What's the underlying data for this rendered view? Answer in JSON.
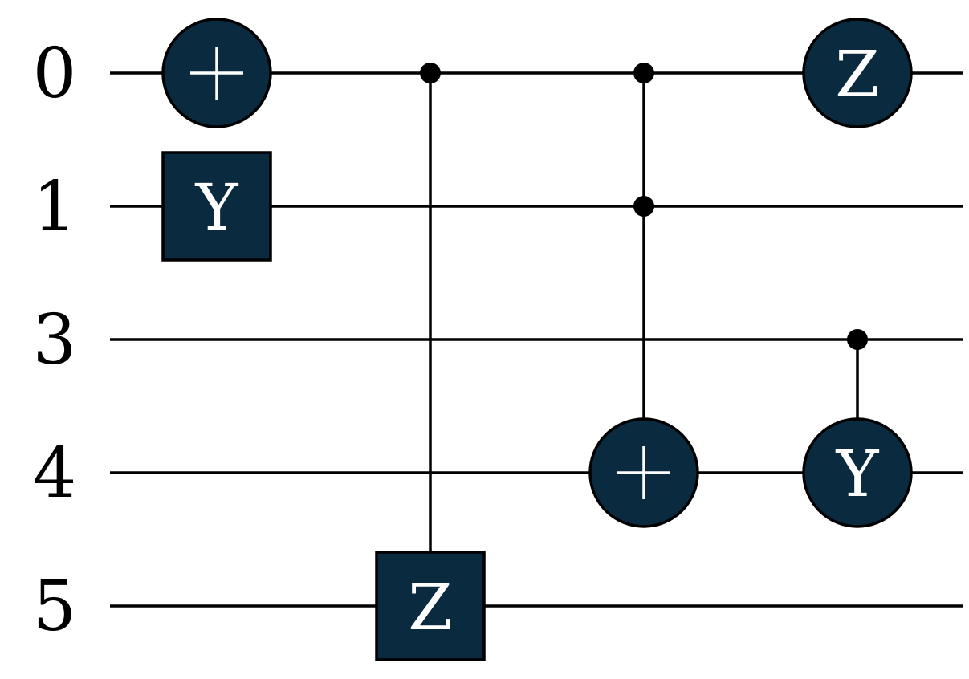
{
  "colors": {
    "gate_fill": "#0a2a3f",
    "gate_text": "#ffffff",
    "wire": "#000000",
    "background": "#ffffff"
  },
  "wires": [
    {
      "id": "q0",
      "label": "0"
    },
    {
      "id": "q1",
      "label": "1"
    },
    {
      "id": "q3",
      "label": "3"
    },
    {
      "id": "q4",
      "label": "4"
    },
    {
      "id": "q5",
      "label": "5"
    }
  ],
  "gates": [
    {
      "column": 0,
      "kind": "target",
      "wire": "q0",
      "controls": [],
      "name": "cnot-target-q0"
    },
    {
      "column": 0,
      "kind": "box",
      "wire": "q1",
      "label": "Y",
      "controls": [],
      "name": "y-gate-q1"
    },
    {
      "column": 1,
      "kind": "box",
      "wire": "q5",
      "label": "Z",
      "controls": [
        "q0"
      ],
      "name": "controlled-z-q5"
    },
    {
      "column": 2,
      "kind": "target",
      "wire": "q4",
      "controls": [
        "q0",
        "q1"
      ],
      "name": "toffoli-target-q4"
    },
    {
      "column": 3,
      "kind": "circle",
      "wire": "q0",
      "label": "Z",
      "controls": [],
      "name": "z-gate-q0"
    },
    {
      "column": 3,
      "kind": "circle",
      "wire": "q4",
      "label": "Y",
      "controls": [
        "q3"
      ],
      "name": "controlled-y-q4"
    }
  ]
}
